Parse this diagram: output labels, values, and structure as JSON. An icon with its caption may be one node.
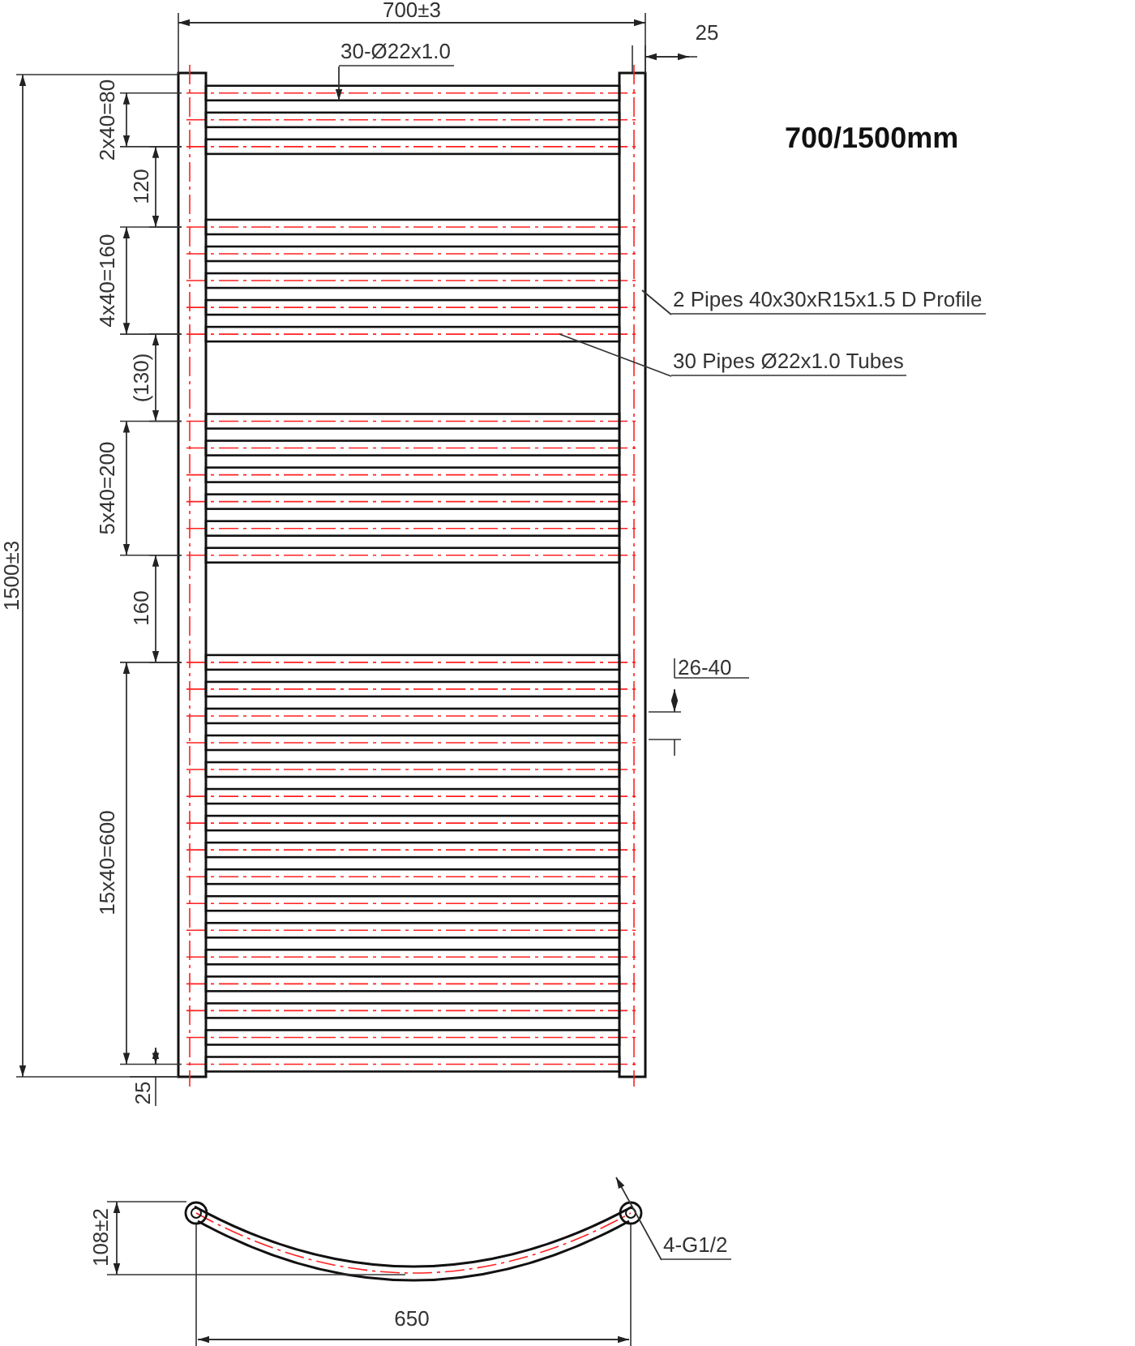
{
  "diagram": {
    "nodes": [
      {
        "text": [
          "30-Ø22x1.0"
        ]
      },
      {
        "text": [
          "2 Pipes 40x30xR15x1.5 D Profile"
        ]
      },
      {
        "text": [
          "30 Pipes Ø22x1.0 Tubes"
        ]
      },
      {
        "text": [
          "4-G1/2"
        ]
      }
    ],
    "edges": [
      {
        "from": 0,
        "to": null,
        "arrow": "to"
      },
      {
        "from": 1,
        "to": null,
        "arrow": "none"
      },
      {
        "from": 2,
        "to": null,
        "arrow": "none"
      },
      {
        "from": 3,
        "to": null,
        "arrow": "to"
      }
    ],
    "labels": [
      "700±3",
      "25",
      "700/1500mm",
      "2x40=80",
      "120",
      "4x40=160",
      "(130)",
      "5x40=200",
      "160",
      "15x40=600",
      "1500±3",
      "26-40",
      "25",
      "108±2",
      "650"
    ]
  }
}
